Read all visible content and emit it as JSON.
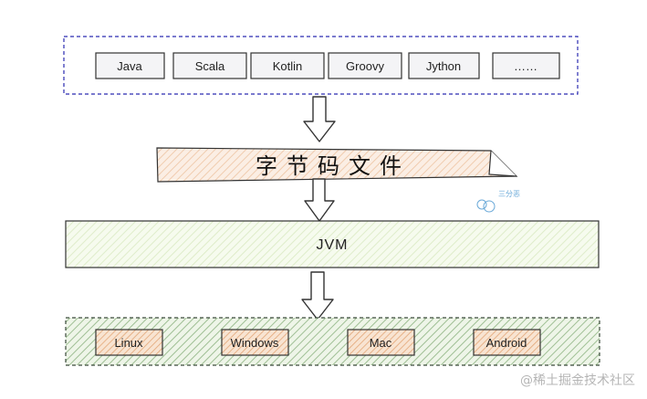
{
  "languages": {
    "items": [
      {
        "label": "Java"
      },
      {
        "label": "Scala"
      },
      {
        "label": "Kotlin"
      },
      {
        "label": "Groovy"
      },
      {
        "label": "Jython"
      },
      {
        "label": "……"
      }
    ]
  },
  "bytecode": {
    "label": "字节码文件"
  },
  "jvm": {
    "label": "JVM"
  },
  "platforms": {
    "items": [
      {
        "label": "Linux"
      },
      {
        "label": "Windows"
      },
      {
        "label": "Mac"
      },
      {
        "label": "Android"
      }
    ]
  },
  "stamp": {
    "text": "三分恶"
  },
  "watermark": {
    "text": "@稀土掘金技术社区"
  },
  "colors": {
    "language_container_border": "#2b2bb0",
    "bytecode_fill": "#f7ddc8",
    "jvm_fill": "#eaf5d8",
    "platform_fill": "#f0c79e",
    "platform_container_fill": "#cfe0c4",
    "arrow_fill": "#ffffff",
    "stroke": "#333333"
  }
}
